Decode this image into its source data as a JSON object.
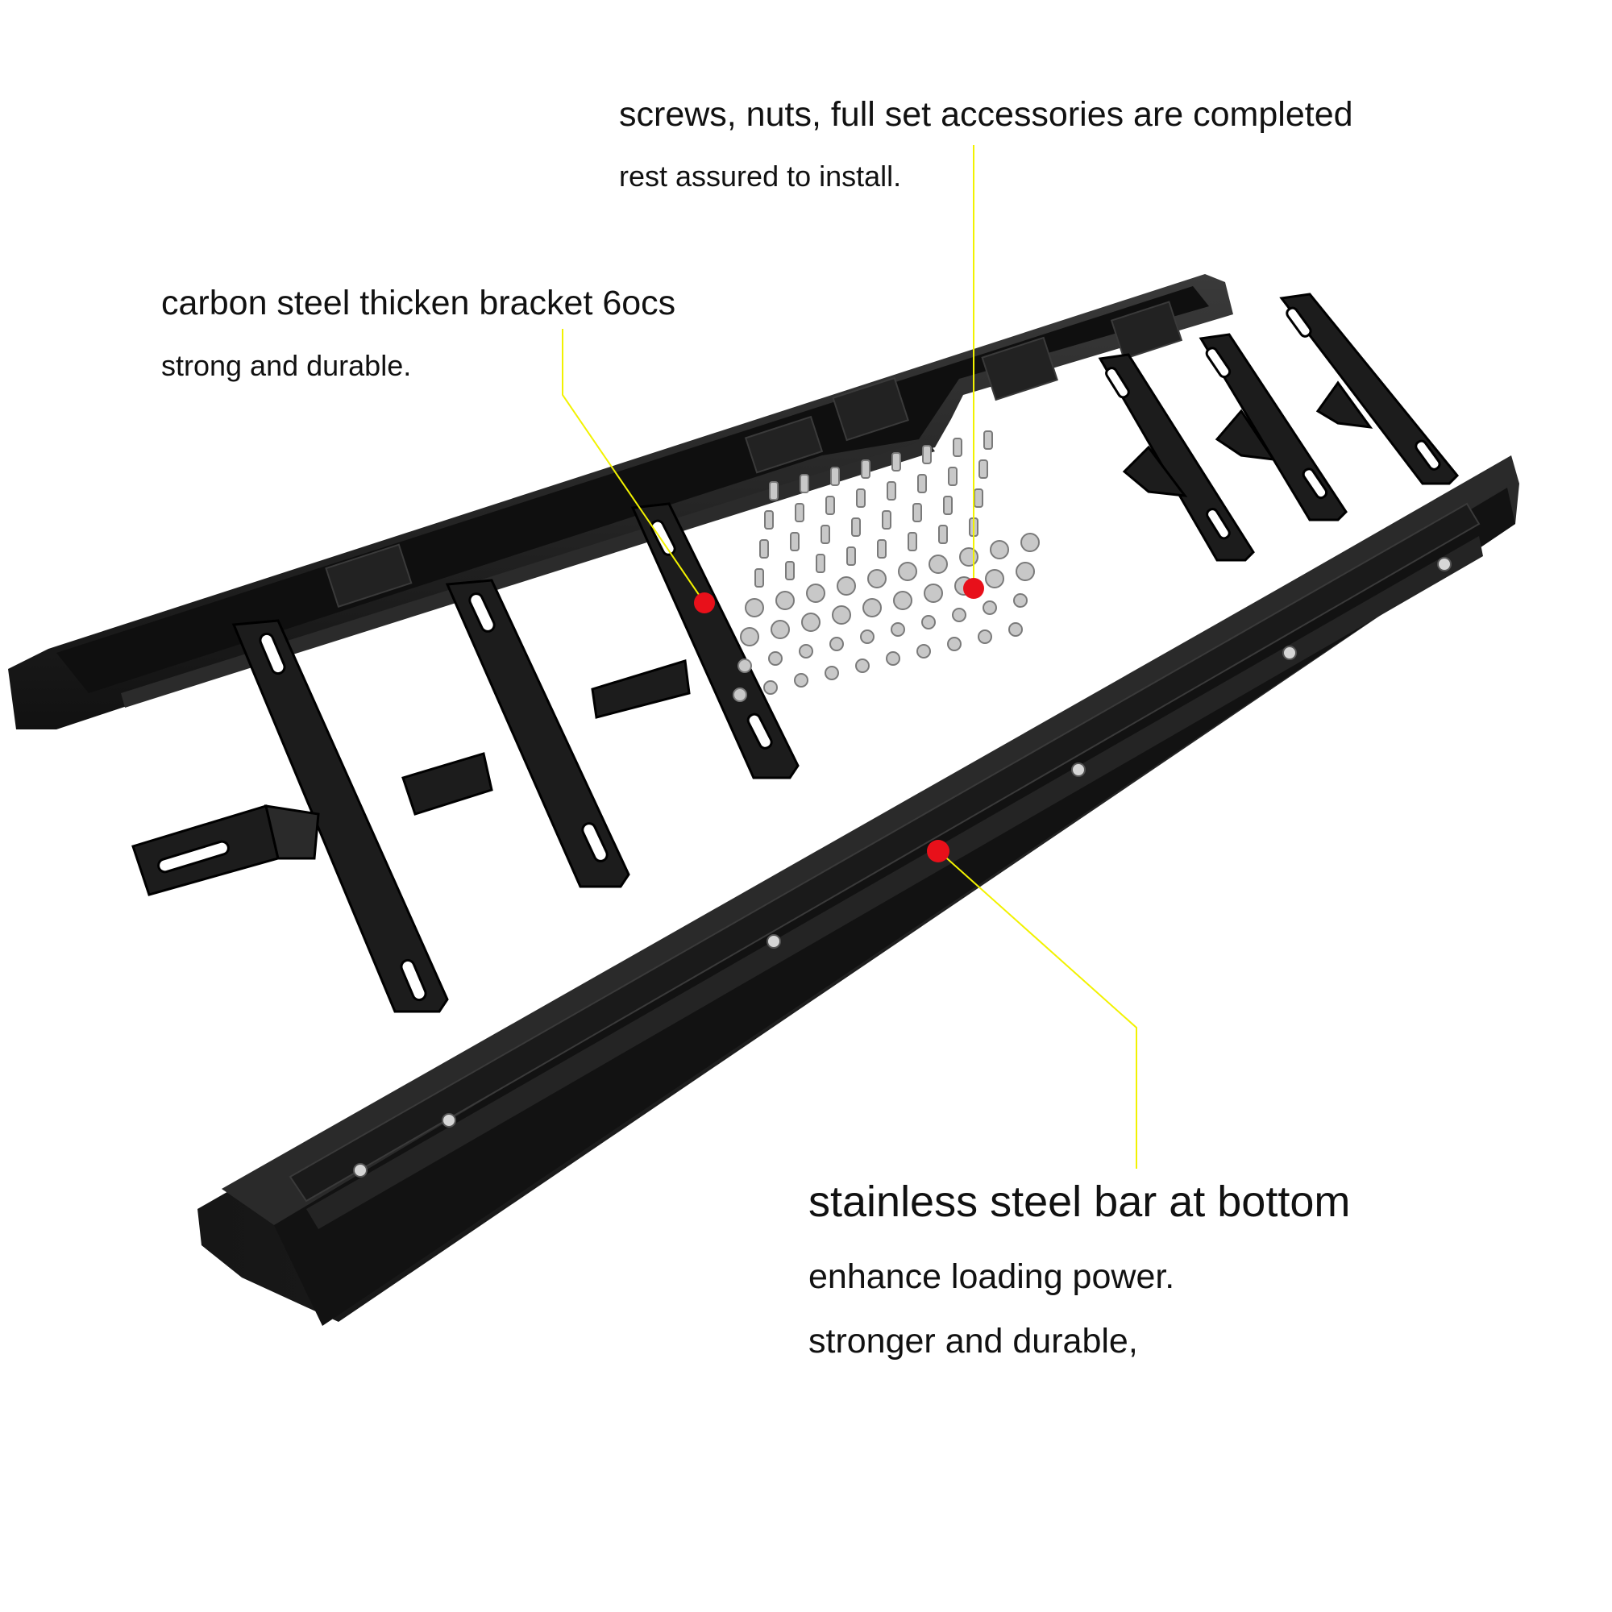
{
  "annotations": {
    "accessories": {
      "title": "screws, nuts, full set accessories are completed",
      "subtitle": "rest assured to install."
    },
    "bracket": {
      "title": "carbon steel thicken bracket 6ocs",
      "subtitle": "strong and durable."
    },
    "bar": {
      "title": "stainless steel bar at bottom",
      "line2": "enhance loading power.",
      "line3": "stronger and durable,"
    }
  },
  "colors": {
    "leader_line": "#f2f200",
    "marker_dot": "#e8101a",
    "steel_black": "#1c1c1c",
    "hardware_silver": "#c8c8c8"
  }
}
